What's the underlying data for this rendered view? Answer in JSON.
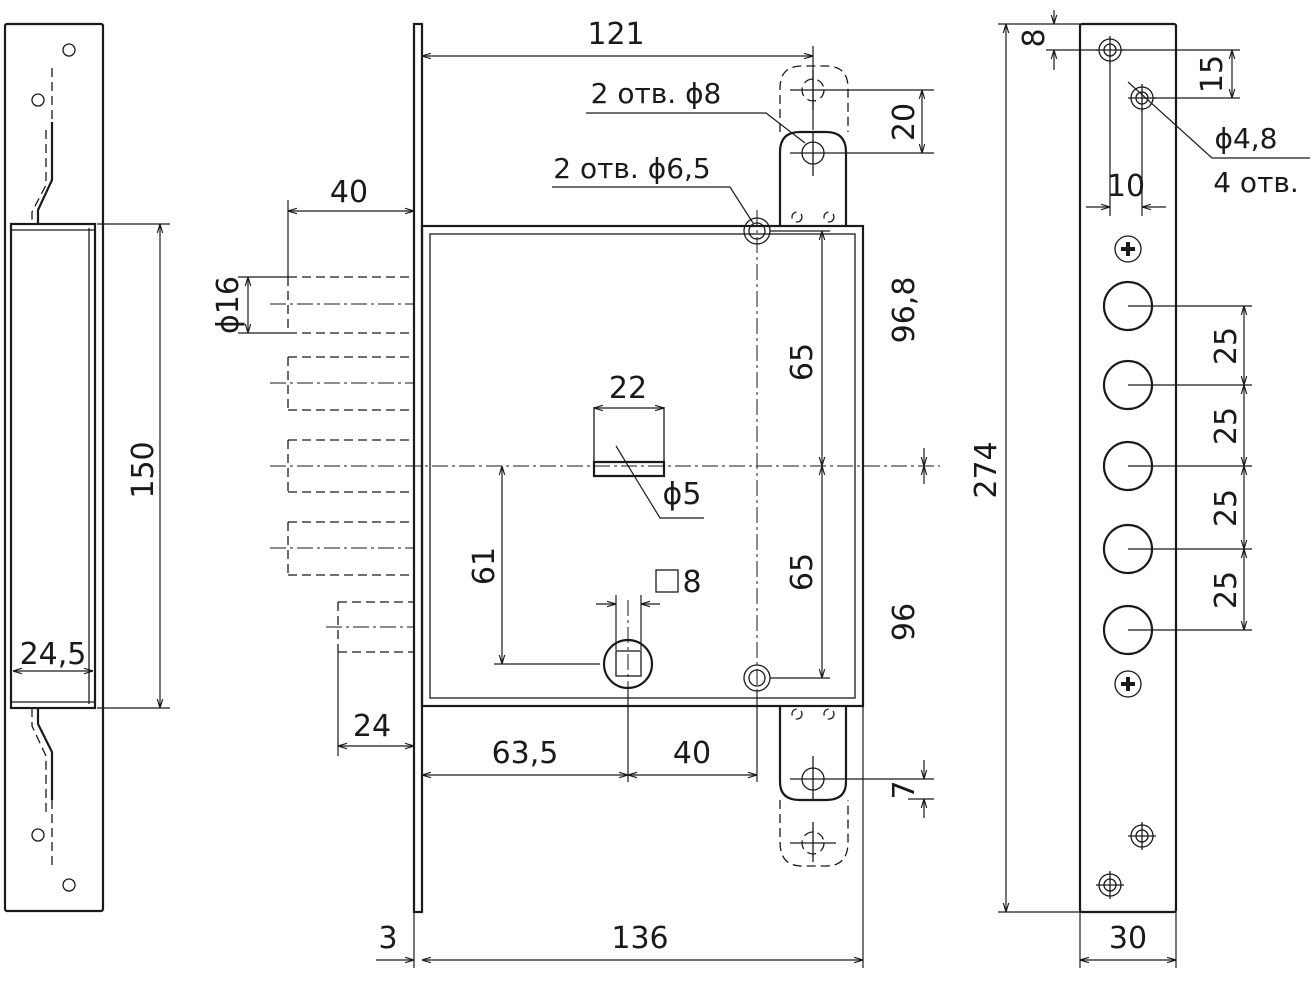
{
  "dims": {
    "strike_height": "150",
    "strike_width": "24,5",
    "lock_depth_121": "121",
    "note_holes_8": "2 отв. ϕ8",
    "note_holes_65": "2 отв. ϕ6,5",
    "bolt_protrusion_40": "40",
    "bolt_dia_16": "ϕ16",
    "keyhole_width_22": "22",
    "keyhole_dia_5": "ϕ5",
    "spindle_square_8": "8",
    "dist_61": "61",
    "dist_65_upper": "65",
    "dist_65_lower": "65",
    "dist_96_8": "96,8",
    "dist_96": "96",
    "dist_20": "20",
    "dist_7": "7",
    "latch_24": "24",
    "backset_63_5": "63,5",
    "hole_offset_40": "40",
    "plate_thickness_3": "3",
    "body_width_136": "136",
    "plate_length_274": "274",
    "plate_top_8": "8",
    "plate_hole_15": "15",
    "plate_hole_10": "10",
    "plate_hole_dia": "ϕ4,8",
    "plate_hole_count": "4 отв.",
    "pitch_1": "25",
    "pitch_2": "25",
    "pitch_3": "25",
    "pitch_4": "25",
    "plate_width_30": "30"
  }
}
